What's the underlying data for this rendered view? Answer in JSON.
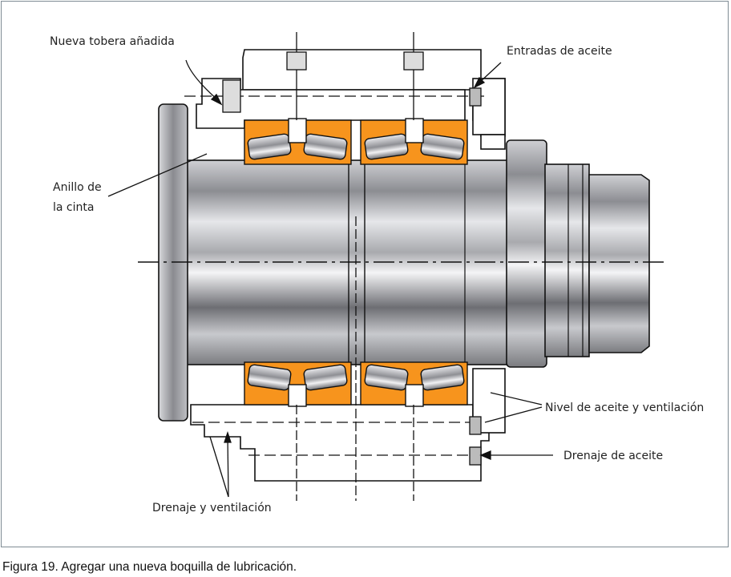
{
  "figure": {
    "labels": {
      "new_nozzle": "Nueva tobera añadida",
      "oil_inlets": "Entradas de aceite",
      "belt_ring_line1": "Anillo de",
      "belt_ring_line2": "la cinta",
      "oil_level_vent": "Nivel de aceite y ventilación",
      "oil_drain": "Drenaje de aceite",
      "drain_vent": "Drenaje y ventilación"
    },
    "caption": "Figura 19. Agregar una nueva boquilla de lubricación.",
    "colors": {
      "bearing_race": "#f7941d",
      "line": "#111111",
      "frame_border": "#7f8c94"
    }
  }
}
